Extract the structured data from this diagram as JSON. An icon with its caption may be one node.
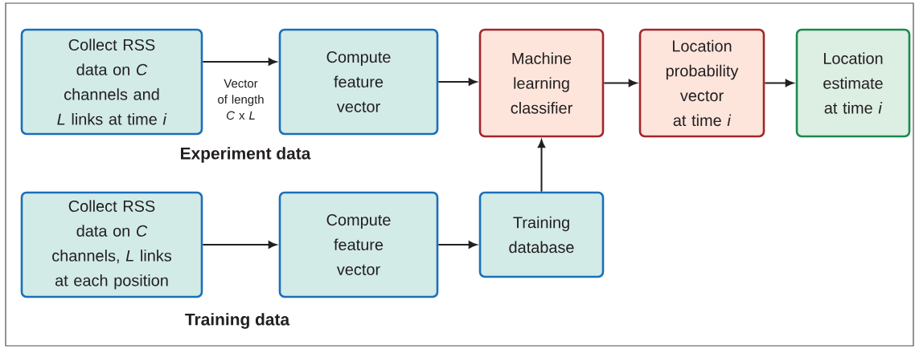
{
  "diagram": {
    "nodes": [
      {
        "text": [
          "Collect RSS data on *C* channels and *L* links at time *i*"
        ]
      },
      {
        "text": [
          "Compute feature vector"
        ]
      },
      {
        "text": [
          "Machine learning classifier"
        ]
      },
      {
        "text": [
          "Location probability vector at time *i*"
        ]
      },
      {
        "text": [
          "Location estimate at time *i*"
        ]
      },
      {
        "text": [
          "Collect RSS data on *C* channels, *L* links at each position"
        ]
      },
      {
        "text": [
          "Compute feature vector"
        ]
      },
      {
        "text": [
          "Training database"
        ]
      }
    ],
    "edges": [
      {
        "from": 0,
        "to": 1,
        "arrow": "to",
        "label": "Vector of length *C* x *L*"
      },
      {
        "from": 1,
        "to": 2,
        "arrow": "to"
      },
      {
        "from": 2,
        "to": 3,
        "arrow": "to"
      },
      {
        "from": 3,
        "to": 4,
        "arrow": "to"
      },
      {
        "from": 5,
        "to": 6,
        "arrow": "to"
      },
      {
        "from": 6,
        "to": 7,
        "arrow": "to"
      },
      {
        "from": 7,
        "to": 2,
        "arrow": "to"
      }
    ],
    "labels": [
      "Experiment data",
      "Training data"
    ]
  }
}
